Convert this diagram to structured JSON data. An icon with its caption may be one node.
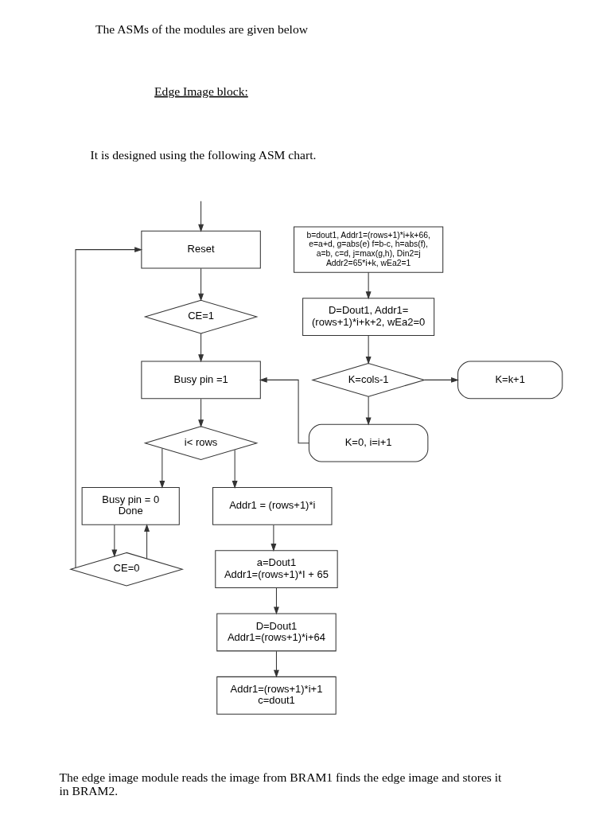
{
  "diagram": {
    "nodes": [
      {
        "text": [
          "Reset"
        ]
      },
      {
        "text": [
          "CE=1"
        ]
      },
      {
        "text": [
          "Busy pin =1"
        ]
      },
      {
        "text": [
          "i< rows"
        ]
      },
      {
        "text": [
          "Addr1 = (rows+1)*i"
        ]
      },
      {
        "text": [
          "a=Dout1",
          "Addr1=(rows+1)*I + 65"
        ]
      },
      {
        "text": [
          "D=Dout1",
          "Addr1=(rows+1)*i+64"
        ]
      },
      {
        "text": [
          "Addr1=(rows+1)*i+1",
          "c=dout1"
        ]
      },
      {
        "text": [
          "b=dout1, Addr1=(rows+1)*i+k+66, e=a+d, g=abs(e) f=b-c, h=abs(f), a=b, c=d, j=max(g,h), Din2=j Addr2=65*i+k, wEa2=1"
        ]
      },
      {
        "text": [
          "D=Dout1, Addr1= (rows+1)*i+k+2, wEa2=0"
        ]
      },
      {
        "text": [
          "K=cols-1"
        ]
      },
      {
        "text": [
          "K=k+1"
        ]
      },
      {
        "text": [
          "K=0, i=i+1"
        ]
      },
      {
        "text": [
          "Busy pin = 0",
          "Done"
        ]
      },
      {
        "text": [
          "CE=0"
        ]
      }
    ],
    "edges": [
      {
        "from": null,
        "to": 0,
        "arrow": "to"
      },
      {
        "from": 0,
        "to": 1,
        "arrow": "to"
      },
      {
        "from": 1,
        "to": 2,
        "arrow": "to"
      },
      {
        "from": 2,
        "to": 3,
        "arrow": "to"
      },
      {
        "from": 3,
        "to": 4,
        "arrow": "to"
      },
      {
        "from": 4,
        "to": 5,
        "arrow": "to"
      },
      {
        "from": 5,
        "to": 6,
        "arrow": "to"
      },
      {
        "from": 6,
        "to": 7,
        "arrow": "to"
      },
      {
        "from": 3,
        "to": 13,
        "arrow": "to"
      },
      {
        "from": 13,
        "to": 14,
        "arrow": "to"
      },
      {
        "from": 14,
        "to": 13,
        "arrow": "to"
      },
      {
        "from": 14,
        "to": 0,
        "arrow": "to"
      },
      {
        "from": 8,
        "to": 9,
        "arrow": "to"
      },
      {
        "from": 9,
        "to": 10,
        "arrow": "to"
      },
      {
        "from": 10,
        "to": 11,
        "arrow": "to"
      },
      {
        "from": 10,
        "to": 12,
        "arrow": "to"
      },
      {
        "from": 12,
        "to": 2,
        "arrow": "to"
      }
    ],
    "labels": [
      "The ASMs of the modules are given below",
      "Edge Image block:",
      "It is designed using the following ASM chart.",
      "The edge image module reads the image from BRAM1 finds the edge image and stores it in BRAM2."
    ]
  }
}
